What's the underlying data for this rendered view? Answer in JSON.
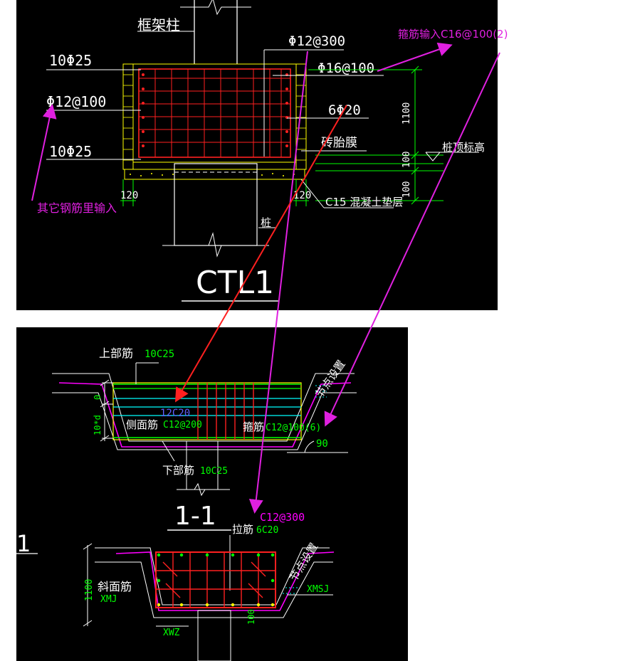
{
  "colors": {
    "background": "#000000",
    "white": "#ffffff",
    "red": "#ff2020",
    "green": "#00ff00",
    "cyan": "#00ffff",
    "yellow": "#ffff00",
    "magenta": "#ff00ff",
    "annotation_magenta": "#e020e0",
    "blue_text": "#6060ff"
  },
  "top_drawing": {
    "frame_column_label": "框架柱",
    "top_bar_left": "10Φ25",
    "side_bar_left": "Φ12@100",
    "bottom_bar_left": "10Φ25",
    "tie_bar": "Φ12@300",
    "stirrup": "Φ16@100",
    "side_bar_right": "6Φ20",
    "brick_formwork": "砖胎膜",
    "pile_top_elevation": "桩顶标高",
    "dim_1100": "1100",
    "dim_100_a": "100",
    "dim_100_b": "100",
    "dim_120_left": "120",
    "dim_120_right": "120",
    "cushion_label": "C15 混凝土垫层",
    "pile_label": "桩",
    "title": "CTL1"
  },
  "bottom_drawing": {
    "top_bar_label": "上部筋",
    "top_bar_value": "10C25",
    "node_setting_a": "节点设置",
    "dim_0": "0",
    "dim_10d": "10*d",
    "side_bar_value": "12C20",
    "side_bar_label": "侧面筋",
    "side_bar_spec": "C12@200",
    "stirrup_label": "箍筋",
    "stirrup_spec": "C12@100(6)",
    "angle_90": "90",
    "bottom_bar_label": "下部筋",
    "bottom_bar_value": "10C25",
    "section_title": "1-1",
    "left_marker": "1",
    "tie_bar_value": "C12@300",
    "tie_bar_label": "拉筋",
    "tie_bar_spec": "6C20",
    "node_setting_b": "节点设置",
    "dim_1100": "1100",
    "slope_bar_label": "斜面筋",
    "xmj": "XMJ",
    "xmsj": "XMSJ",
    "xwz": "XWZ",
    "dim_100": "100"
  },
  "annotations": {
    "stirrup_input": "箍筋输入C16@100(2)",
    "other_bars_input": "其它钢筋里输入"
  }
}
